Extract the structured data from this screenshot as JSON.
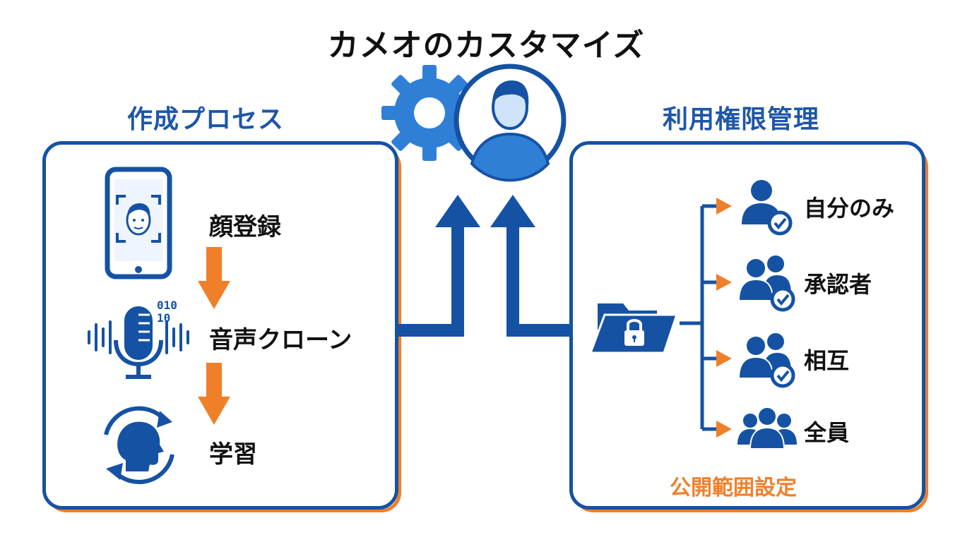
{
  "title": "カメオのカスタマイズ",
  "left": {
    "heading": "作成プロセス",
    "steps": [
      {
        "label": "顔登録",
        "icon": "smartphone-face-scan-icon"
      },
      {
        "label": "音声クローン",
        "icon": "microphone-soundwave-icon"
      },
      {
        "label": "学習",
        "icon": "head-sync-icon"
      }
    ],
    "binary_text": [
      "010",
      "10"
    ]
  },
  "right": {
    "heading": "利用権限管理",
    "options": [
      {
        "label": "自分のみ",
        "icon": "user-check-icon"
      },
      {
        "label": "承認者",
        "icon": "users-check-icon"
      },
      {
        "label": "相互",
        "icon": "users-check-icon"
      },
      {
        "label": "全員",
        "icon": "group-icon"
      }
    ],
    "folder_icon": "locked-folder-icon",
    "scope_label": "公開範囲設定"
  },
  "center_icon": "gear-user-icon",
  "colors": {
    "primary_blue": "#1552a3",
    "light_blue": "#2f7fd6",
    "pale_blue": "#cfe3fb",
    "accent_orange": "#f07f2a",
    "text": "#111111"
  }
}
